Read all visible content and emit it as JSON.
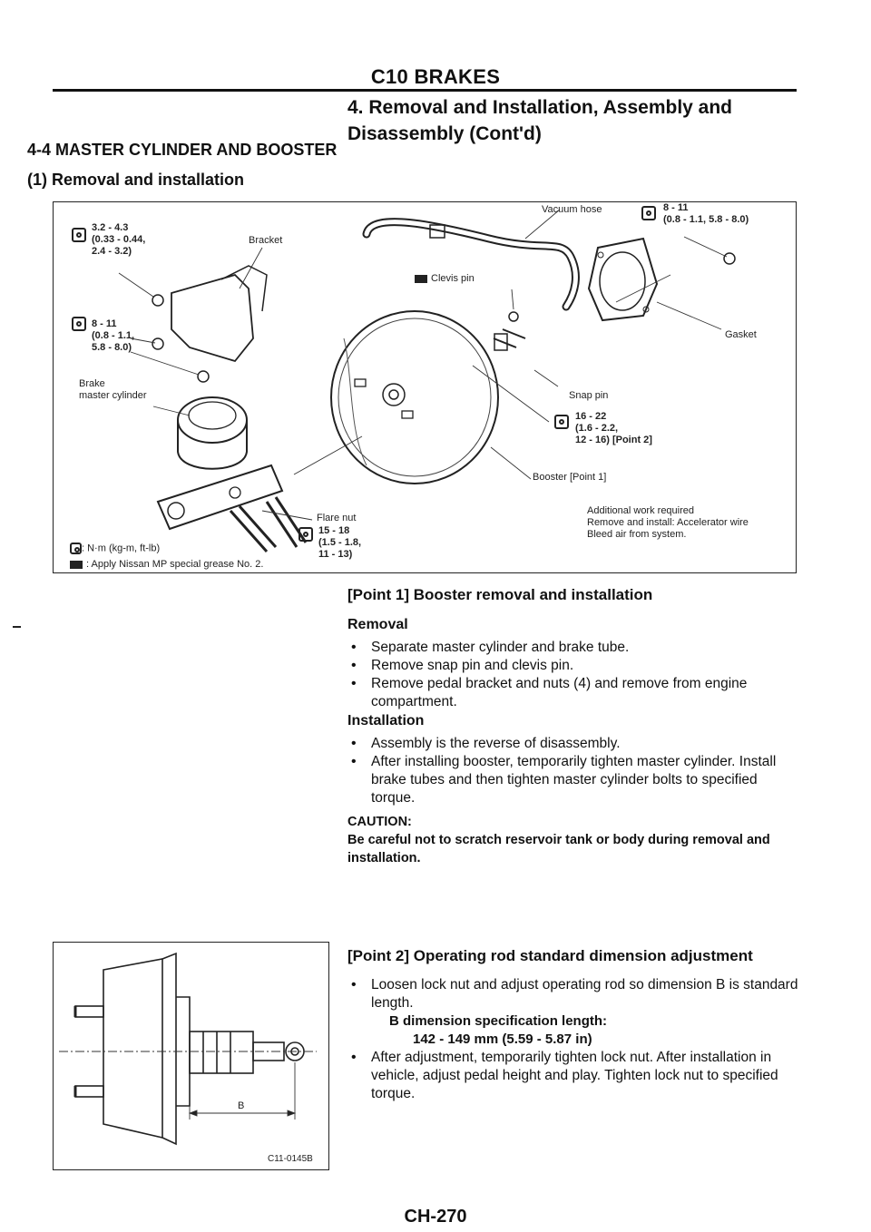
{
  "header": {
    "title": "C10 BRAKES",
    "subtitle_line1": "4. Removal and Installation, Assembly and",
    "subtitle_line2": "Disassembly (Cont'd)"
  },
  "section": "4-4 MASTER CYLINDER AND BOOSTER",
  "subsection": "(1) Removal and installation",
  "figure1": {
    "torque_1": "3.2 - 4.3\n(0.33 - 0.44,\n2.4 - 3.2)",
    "bracket": "Bracket",
    "torque_2": "8 - 11\n(0.8 - 1.1,\n5.8 - 8.0)",
    "brake_master": "Brake\nmaster cylinder",
    "vacuum_hose": "Vacuum hose",
    "torque_3": "8 - 11\n(0.8 - 1.1, 5.8 - 8.0)",
    "clevis_pin": "Clevis pin",
    "gasket": "Gasket",
    "snap_pin": "Snap pin",
    "torque_4": "16 - 22\n(1.6 - 2.2,\n12 - 16) [Point 2]",
    "booster": "Booster [Point 1]",
    "flare_nut": "Flare nut",
    "torque_5": "15 - 18\n(1.5 - 1.8,\n11 - 13)",
    "legend_units": ": N·m (kg-m, ft-lb)",
    "legend_grease": ": Apply Nissan MP special grease No. 2.",
    "additional": "Additional work required\nRemove and install: Accelerator wire\nBleed air from system."
  },
  "point1": {
    "title": "[Point 1] Booster removal and installation",
    "removal_heading": "Removal",
    "removal_items": [
      "Separate master cylinder and brake tube.",
      "Remove snap pin and clevis pin.",
      "Remove pedal bracket and nuts (4) and remove from engine compartment."
    ],
    "installation_heading": "Installation",
    "installation_items": [
      "Assembly is the reverse of disassembly.",
      "After installing booster, temporarily tighten master cylinder. Install brake tubes and then tighten master cylinder bolts to specified torque."
    ],
    "caution_heading": "CAUTION:",
    "caution_text": "Be careful not to scratch reservoir tank or body during removal and installation."
  },
  "point2": {
    "title": "[Point 2] Operating rod standard dimension adjustment",
    "item1": "Loosen lock nut and adjust operating rod so dimension B is standard length.",
    "spec_label": "B dimension specification length:",
    "spec_value": "142 - 149 mm (5.59 - 5.87 in)",
    "item2": "After adjustment, temporarily tighten lock nut. After installation in vehicle, adjust pedal height and play. Tighten lock nut to specified torque."
  },
  "figure2": {
    "dim_label": "B",
    "code": "C11-0145B"
  },
  "footer": "CH-270"
}
